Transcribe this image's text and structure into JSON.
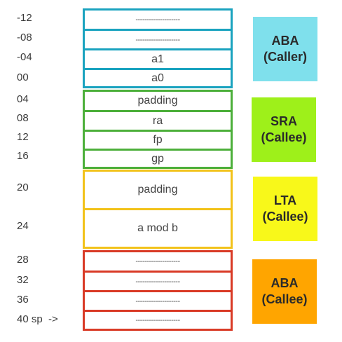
{
  "offsets": [
    "-12",
    "-08",
    "-04",
    "00",
    "04",
    "08",
    "12",
    "16",
    "20",
    "24",
    "28",
    "32",
    "36",
    "40 sp  ->"
  ],
  "cells": [
    "--------------------",
    "--------------------",
    "a1",
    "a0",
    "padding",
    "ra",
    "fp",
    "gp",
    "padding",
    "a mod b",
    "--------------------",
    "--------------------",
    "--------------------",
    "--------------------"
  ],
  "labels": [
    {
      "line1": "ABA",
      "line2": "(Caller)"
    },
    {
      "line1": "SRA",
      "line2": "(Callee)"
    },
    {
      "line1": "LTA",
      "line2": "(Callee)"
    },
    {
      "line1": "ABA",
      "line2": "(Callee)"
    }
  ],
  "colors": {
    "teal": "#1aa3bf",
    "green": "#4caf3a",
    "yellow": "#f2c21a",
    "red": "#d93a26",
    "aba_caller_bg": "#7fe0ec",
    "sra_bg": "#9ef01a",
    "lta_bg": "#f8f81a",
    "aba_callee_bg": "#ffa500"
  }
}
